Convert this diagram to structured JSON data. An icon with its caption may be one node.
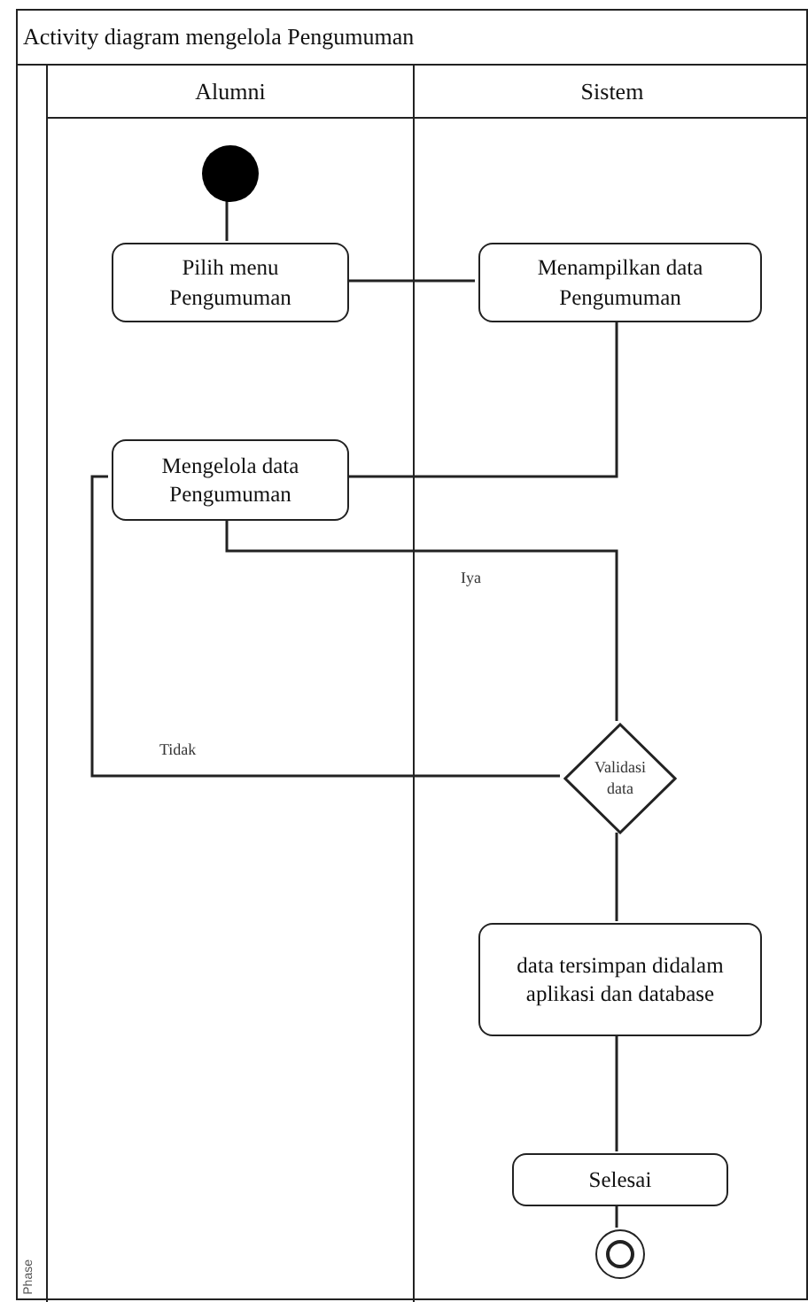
{
  "diagram": {
    "nodes": [
      {
        "text": [
          "Activity diagram mengelola Pengumuman"
        ]
      },
      {
        "text": [
          "Phase"
        ],
        "in": 0
      },
      {
        "text": [
          "Alumni"
        ],
        "in": 0
      },
      {
        "text": [
          "Sistem"
        ],
        "in": 0
      },
      {
        "text": [],
        "shape": "circle",
        "in": 2
      },
      {
        "text": [
          "Pilih menu Pengumuman"
        ],
        "in": 2
      },
      {
        "text": [
          "Menampilkan data Pengumuman"
        ],
        "in": 3
      },
      {
        "text": [
          "Mengelola data Pengumuman"
        ],
        "in": 2
      },
      {
        "text": [
          "Validasi data"
        ],
        "in": 3
      },
      {
        "text": [
          "data tersimpan didalam aplikasi dan database"
        ],
        "in": 3
      },
      {
        "text": [
          "Selesai"
        ],
        "in": 3
      },
      {
        "text": [],
        "shape": "circle",
        "in": 3
      }
    ],
    "edges": [
      {
        "from": 4,
        "to": 5,
        "arrow": "none"
      },
      {
        "from": 5,
        "to": 6,
        "arrow": "none"
      },
      {
        "from": 6,
        "to": 7,
        "arrow": "none"
      },
      {
        "from": 7,
        "to": 8,
        "arrow": "none",
        "label": "Iya"
      },
      {
        "from": 8,
        "to": 7,
        "arrow": "none",
        "label": "Tidak"
      },
      {
        "from": 8,
        "to": 9,
        "arrow": "none"
      },
      {
        "from": 9,
        "to": 10,
        "arrow": "none"
      },
      {
        "from": 10,
        "to": 11,
        "arrow": "none"
      }
    ]
  }
}
